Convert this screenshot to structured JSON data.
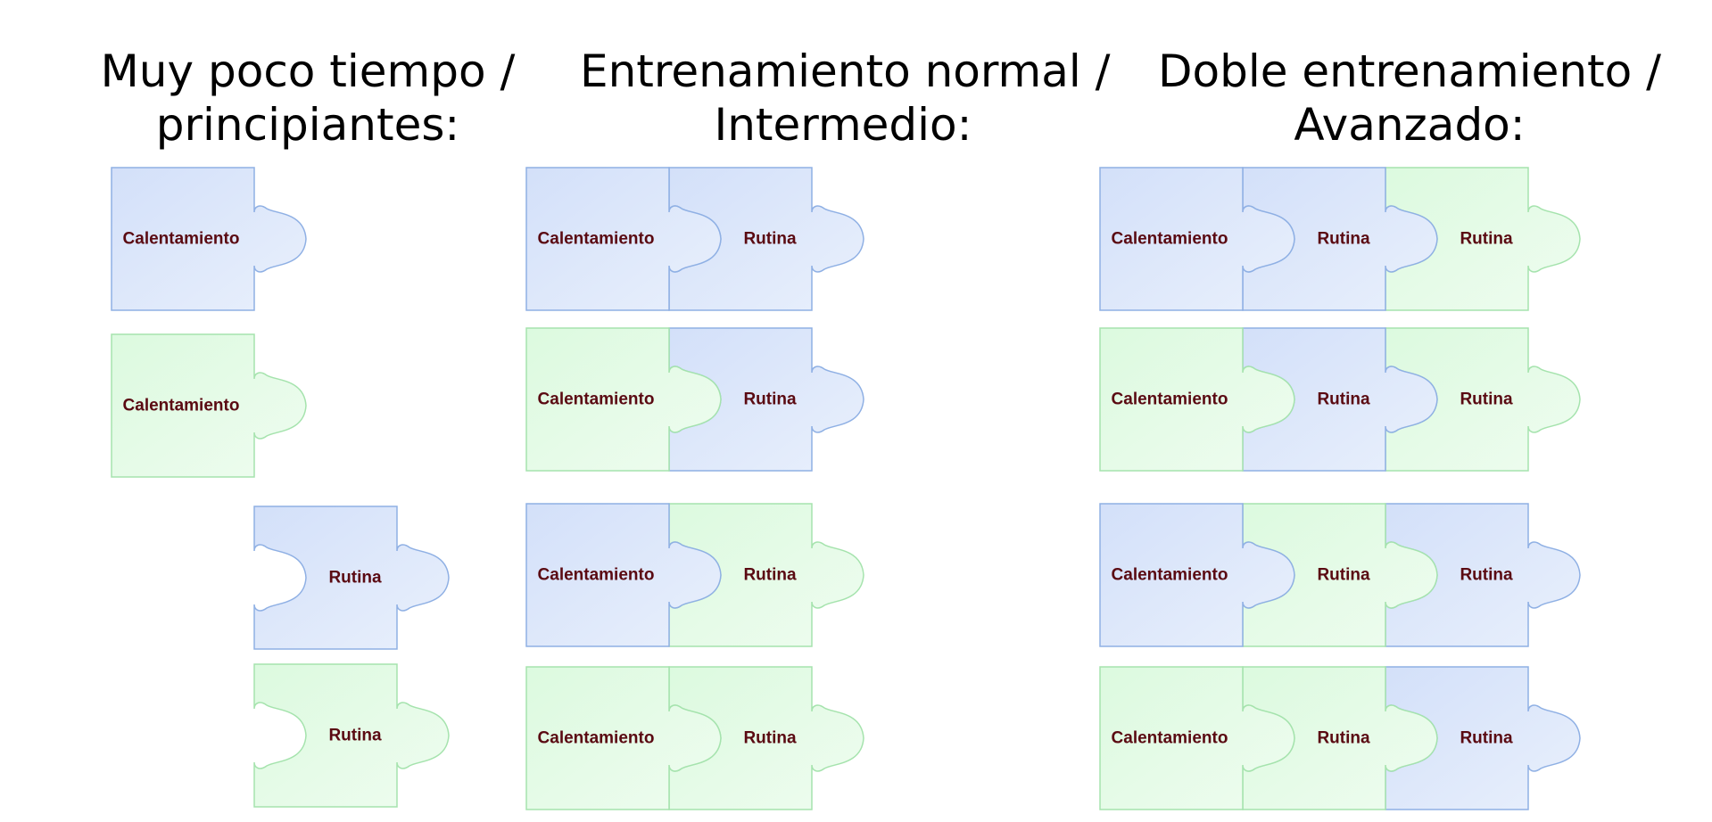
{
  "columns": [
    {
      "title_line1": "Muy poco tiempo /",
      "title_line2": "principiantes:"
    },
    {
      "title_line1": "Entrenamiento normal /",
      "title_line2": "Intermedio:"
    },
    {
      "title_line1": "Doble entrenamiento /",
      "title_line2": "Avanzado:"
    }
  ],
  "colors": {
    "blue": "#dae6fb",
    "green": "#e4fbe6",
    "blue_edge": "#8fb0e4",
    "green_edge": "#a5e3ad",
    "label": "#5a0a12"
  },
  "rows": [
    {
      "col": 0,
      "pieces": [
        {
          "label": "Calentamiento",
          "color": "blue"
        }
      ]
    },
    {
      "col": 0,
      "pieces": [
        {
          "label": "Calentamiento",
          "color": "green"
        }
      ]
    },
    {
      "col": 0,
      "pieces": [
        {
          "label": "Rutina",
          "color": "blue"
        }
      ]
    },
    {
      "col": 0,
      "pieces": [
        {
          "label": "Rutina",
          "color": "green"
        }
      ]
    },
    {
      "col": 1,
      "pieces": [
        {
          "label": "Calentamiento",
          "color": "blue"
        },
        {
          "label": "Rutina",
          "color": "blue"
        }
      ]
    },
    {
      "col": 1,
      "pieces": [
        {
          "label": "Calentamiento",
          "color": "green"
        },
        {
          "label": "Rutina",
          "color": "blue"
        }
      ]
    },
    {
      "col": 1,
      "pieces": [
        {
          "label": "Calentamiento",
          "color": "blue"
        },
        {
          "label": "Rutina",
          "color": "green"
        }
      ]
    },
    {
      "col": 1,
      "pieces": [
        {
          "label": "Calentamiento",
          "color": "green"
        },
        {
          "label": "Rutina",
          "color": "green"
        }
      ]
    },
    {
      "col": 2,
      "pieces": [
        {
          "label": "Calentamiento",
          "color": "blue"
        },
        {
          "label": "Rutina",
          "color": "blue"
        },
        {
          "label": "Rutina",
          "color": "green"
        }
      ]
    },
    {
      "col": 2,
      "pieces": [
        {
          "label": "Calentamiento",
          "color": "green"
        },
        {
          "label": "Rutina",
          "color": "blue"
        },
        {
          "label": "Rutina",
          "color": "green"
        }
      ]
    },
    {
      "col": 2,
      "pieces": [
        {
          "label": "Calentamiento",
          "color": "blue"
        },
        {
          "label": "Rutina",
          "color": "green"
        },
        {
          "label": "Rutina",
          "color": "blue"
        }
      ]
    },
    {
      "col": 2,
      "pieces": [
        {
          "label": "Calentamiento",
          "color": "green"
        },
        {
          "label": "Rutina",
          "color": "green"
        },
        {
          "label": "Rutina",
          "color": "blue"
        }
      ]
    }
  ]
}
